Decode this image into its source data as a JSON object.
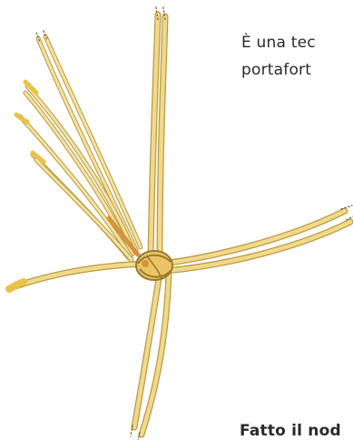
{
  "text": {
    "intro_line_1": "È una tec",
    "intro_line_2": "portafort",
    "bottom_line": "Fatto il nod"
  },
  "colors": {
    "cord": "#f0d98a",
    "cord_outline": "#b99a45",
    "cord_tip": "#e9c24a",
    "knot": "#e0a14a",
    "text": "#2a2a2a"
  }
}
